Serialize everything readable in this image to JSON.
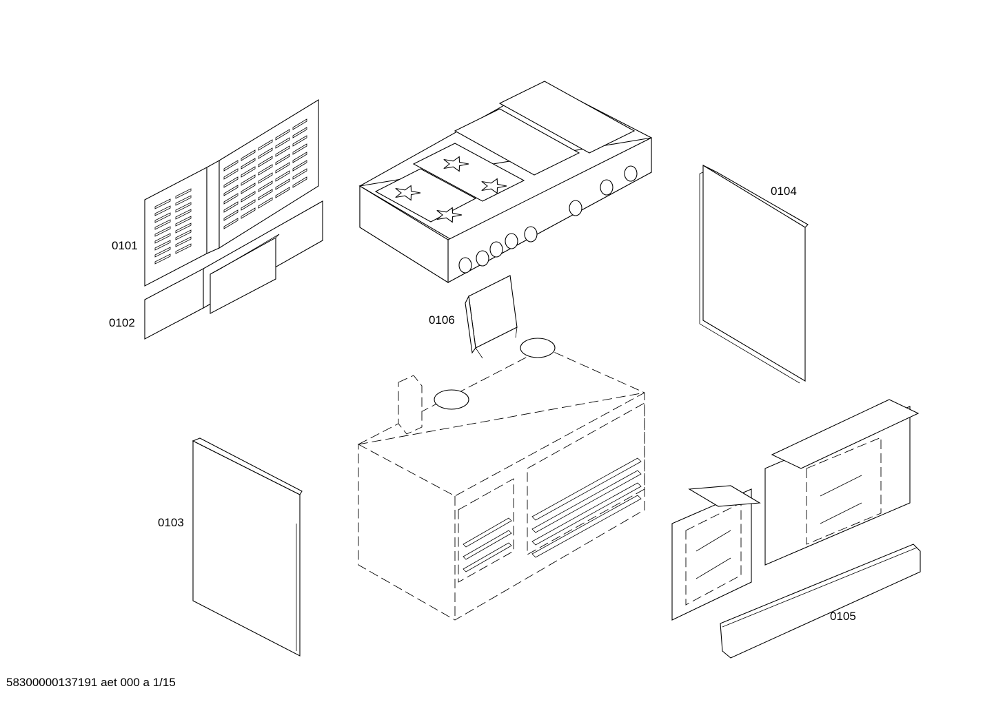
{
  "parts": {
    "p0101": "0101",
    "p0102": "0102",
    "p0103": "0103",
    "p0104": "0104",
    "p0105": "0105",
    "p0106": "0106"
  },
  "footer": {
    "document_id": "58300000137191 aet 000 a 1/15"
  },
  "colors": {
    "line": "#000000",
    "background": "#ffffff"
  }
}
